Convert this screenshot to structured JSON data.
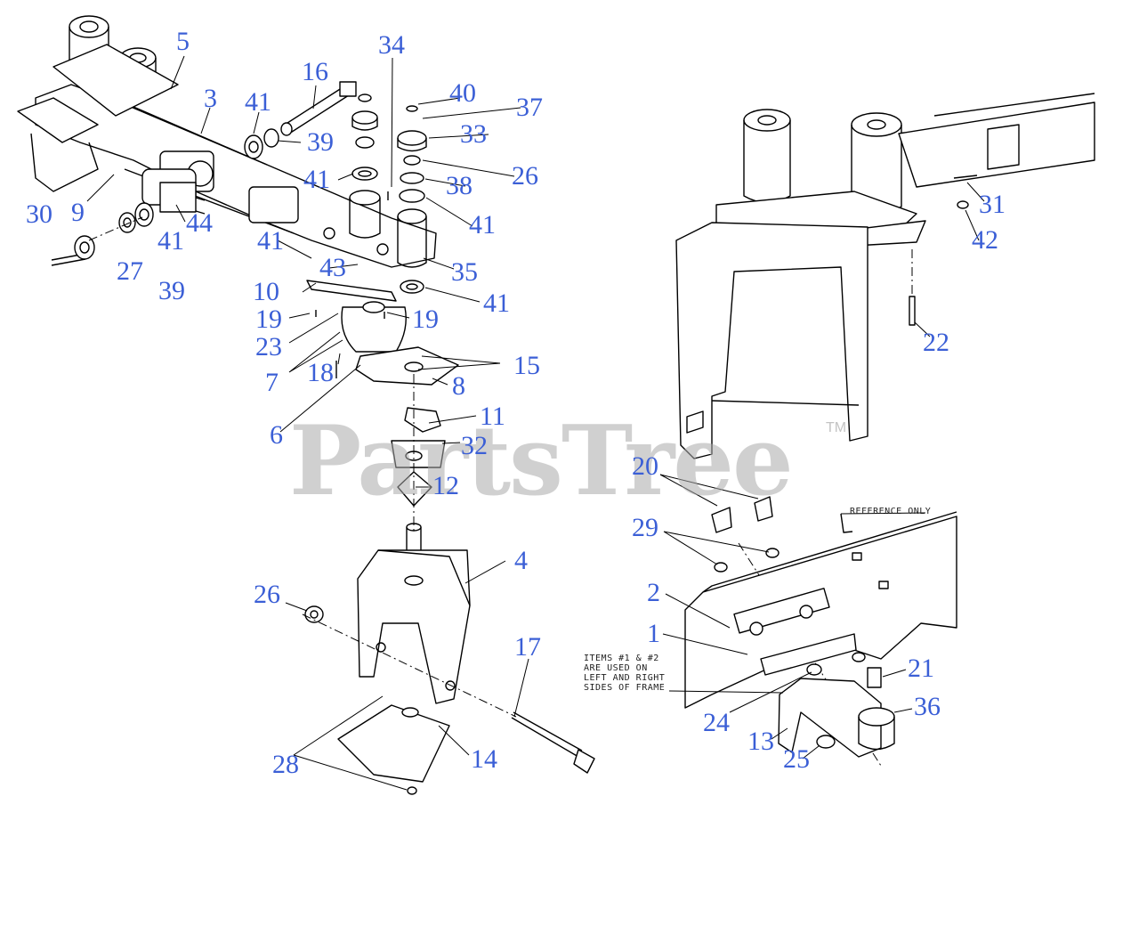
{
  "watermark": {
    "brand": "PartsTree",
    "trademark": "TM"
  },
  "reference_label": "REFERENCE ONLY",
  "note": "ITEMS #1 & #2\nARE USED ON\nLEFT AND RIGHT\nSIDES OF FRAME",
  "callouts": [
    "5",
    "34",
    "16",
    "40",
    "37",
    "3",
    "41",
    "33",
    "39",
    "41",
    "26",
    "38",
    "30",
    "9",
    "41",
    "44",
    "41",
    "41",
    "27",
    "39",
    "43",
    "35",
    "10",
    "41",
    "19",
    "19",
    "23",
    "15",
    "18",
    "7",
    "8",
    "6",
    "11",
    "32",
    "12",
    "4",
    "26",
    "17",
    "14",
    "28",
    "31",
    "42",
    "22",
    "20",
    "29",
    "2",
    "1",
    "21",
    "24",
    "36",
    "13",
    "25"
  ]
}
